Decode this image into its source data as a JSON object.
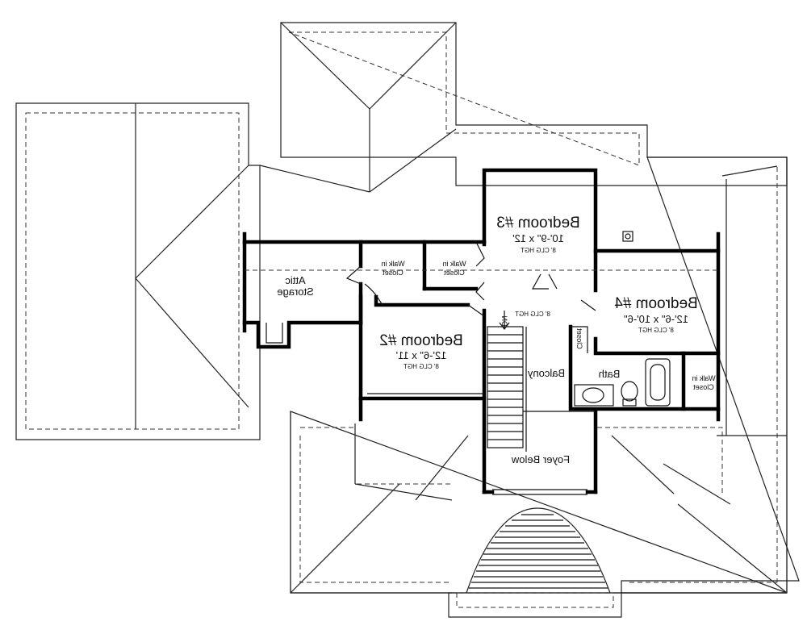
{
  "rooms": {
    "bedroom3": {
      "title": "Bedroom #3",
      "dims": "10'-9\" x 12'",
      "ceiling": "8' CLG HGT"
    },
    "bedroom4": {
      "title": "Bedroom #4",
      "dims": "12'-6\" x 10'-6\"",
      "ceiling": "8' CLG HGT"
    },
    "bedroom2": {
      "title": "Bedroom #2",
      "dims": "12'-6\" x 11'",
      "ceiling": "8' CLG HGT"
    },
    "attic": {
      "line1": "Attic",
      "line2": "Storage"
    },
    "walk_in_closet_a": {
      "line1": "Walk in",
      "line2": "Closet"
    },
    "walk_in_closet_b": {
      "line1": "Walk in",
      "line2": "Closet"
    },
    "walk_in_closet_c": {
      "line1": "Walk in",
      "line2": "Closet"
    },
    "balcony": {
      "label": "Balcony"
    },
    "bath": {
      "label": "Bath"
    },
    "closet": {
      "label": "Closet"
    },
    "hall": {
      "ceiling": "8' CLG HGT"
    },
    "foyer": {
      "label": "Foyer Below"
    },
    "stair": {
      "label": "DN"
    }
  }
}
